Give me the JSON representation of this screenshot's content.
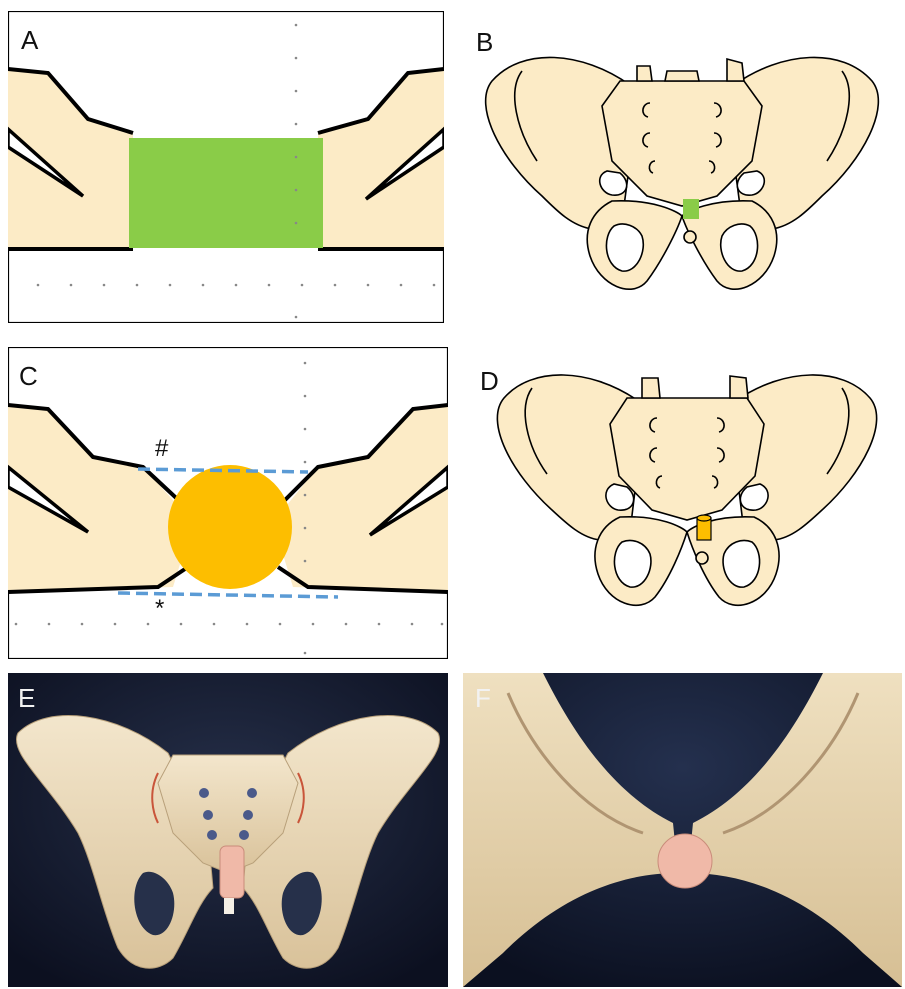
{
  "panels": {
    "a": {
      "label": "A"
    },
    "b": {
      "label": "B"
    },
    "c": {
      "label": "C",
      "marker_top": "#",
      "marker_bottom": "*"
    },
    "d": {
      "label": "D"
    },
    "e": {
      "label": "E"
    },
    "f": {
      "label": "F"
    }
  },
  "colors": {
    "bone": "#fcebc6",
    "outline": "#000000",
    "green_block": "#8acc48",
    "orange_cylinder": "#fdbe00",
    "dashed_line": "#5b9bd5",
    "photo_background": "#141a2c",
    "photo_bone": "#e8d6b4",
    "implant_pink": "#f0b9a8"
  }
}
